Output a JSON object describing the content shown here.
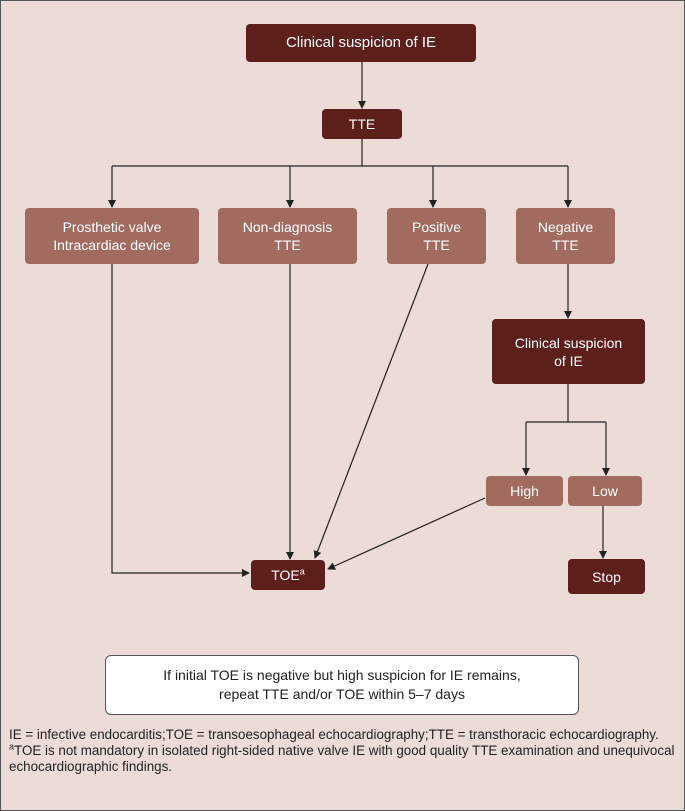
{
  "nodes": {
    "clinical_suspicion_top": "Clinical suspicion of IE",
    "tte": "TTE",
    "prosthetic": [
      "Prosthetic valve",
      "Intracardiac device"
    ],
    "non_diagnosis": [
      "Non-diagnosis",
      "TTE"
    ],
    "positive": [
      "Positive",
      "TTE"
    ],
    "negative": [
      "Negative",
      "TTE"
    ],
    "clinical_suspicion_mid": [
      "Clinical suspicion",
      "of IE"
    ],
    "high": "High",
    "low": "Low",
    "toe": "TOE",
    "toe_sup": "a",
    "stop": "Stop"
  },
  "note": {
    "line1": "If initial TOE is negative but high suspicion for IE remains,",
    "line2": "repeat TTE and/or TOE within 5–7 days"
  },
  "legend": {
    "abbreviations": "IE = infective endocarditis;TOE = transoesophageal echocardiography;TTE = transthoracic echocardiography.",
    "footnote_marker": "a",
    "footnote": "TOE is not mandatory in isolated right-sided native valve IE with good quality TTE examination and unequivocal echocardiographic findings."
  },
  "colors": {
    "background": "#ecdcd8",
    "dark_box": "#5c1f1b",
    "light_box": "#a16b60",
    "arrow": "#222222"
  }
}
